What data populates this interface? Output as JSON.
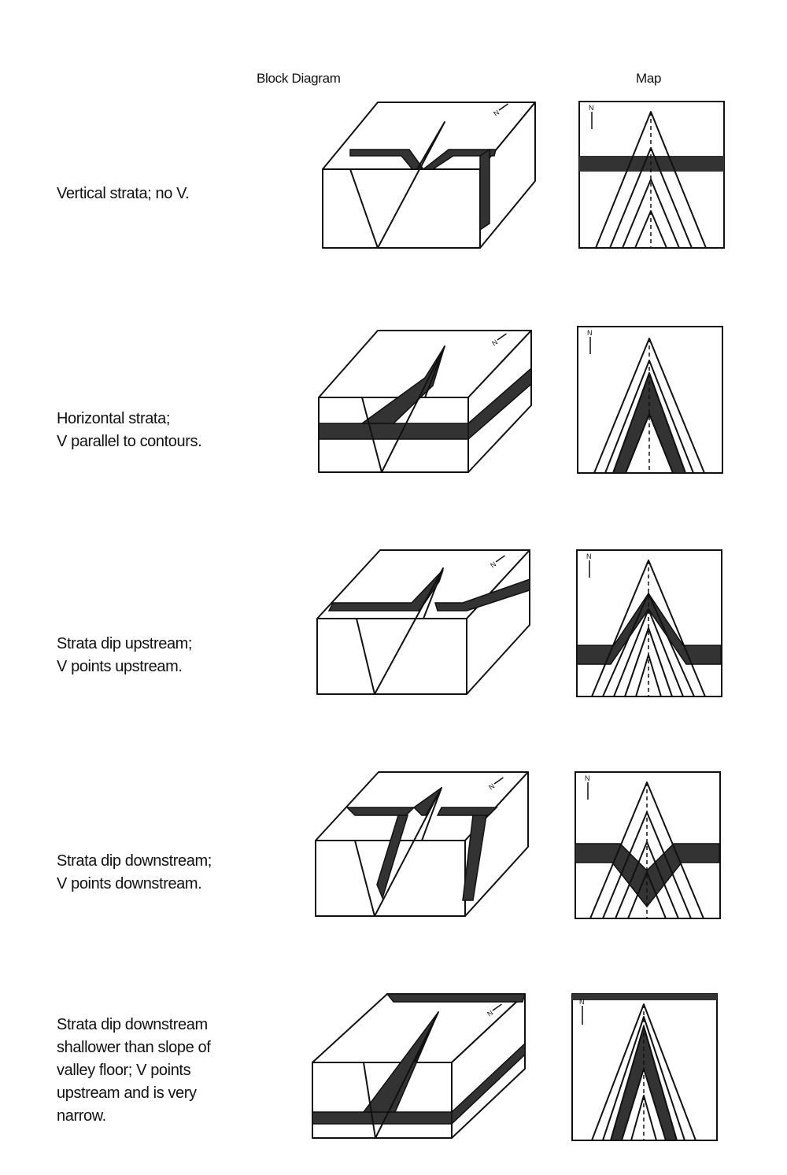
{
  "headers": {
    "block_diagram": "Block Diagram",
    "map": "Map"
  },
  "north_label": "N",
  "rows": [
    {
      "id": "vertical",
      "label": "Vertical strata; no V."
    },
    {
      "id": "horizontal",
      "label": "Horizontal strata;\n V parallel to contours."
    },
    {
      "id": "dip-upstream",
      "label": "Strata dip upstream;\nV points upstream."
    },
    {
      "id": "dip-downstream",
      "label": "Strata dip downstream;\nV points downstream."
    },
    {
      "id": "dip-downstream-shallow",
      "label": "Strata dip downstream\nshallower than slope of\nvalley floor; V points\nupstream and is very\nnarrow."
    }
  ]
}
